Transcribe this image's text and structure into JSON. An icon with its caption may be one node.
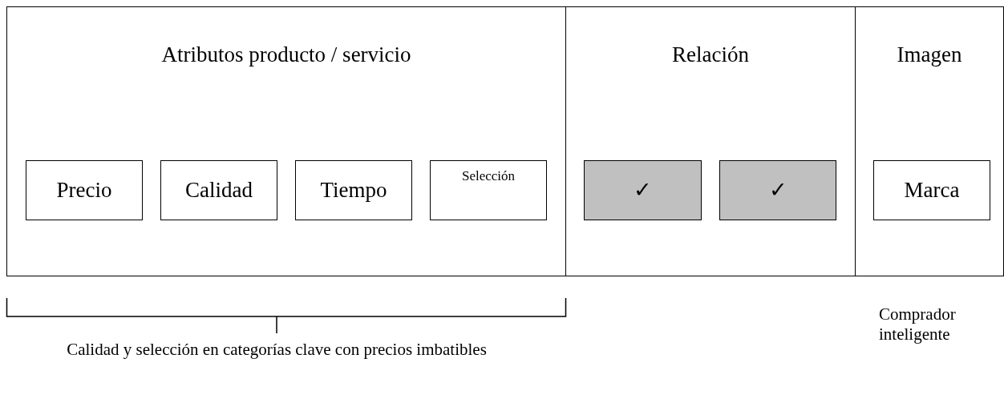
{
  "diagram": {
    "nodes": [
      {
        "text": [
          "Atributos producto / servicio"
        ]
      },
      {
        "text": [
          "Precio"
        ],
        "in": 0
      },
      {
        "text": [
          "Calidad"
        ],
        "in": 0
      },
      {
        "text": [
          "Tiempo"
        ],
        "in": 0
      },
      {
        "text": [
          "Selección"
        ],
        "in": 0
      },
      {
        "text": [
          "Relación"
        ]
      },
      {
        "text": [
          "✓"
        ],
        "in": 5
      },
      {
        "text": [
          "✓"
        ],
        "in": 5
      },
      {
        "text": [
          "Imagen"
        ]
      },
      {
        "text": [
          "Marca"
        ],
        "in": 8
      }
    ],
    "edges": [],
    "labels": [
      "Calidad y selección en categorías clave con precios imbatibles",
      "Comprador inteligente"
    ]
  }
}
